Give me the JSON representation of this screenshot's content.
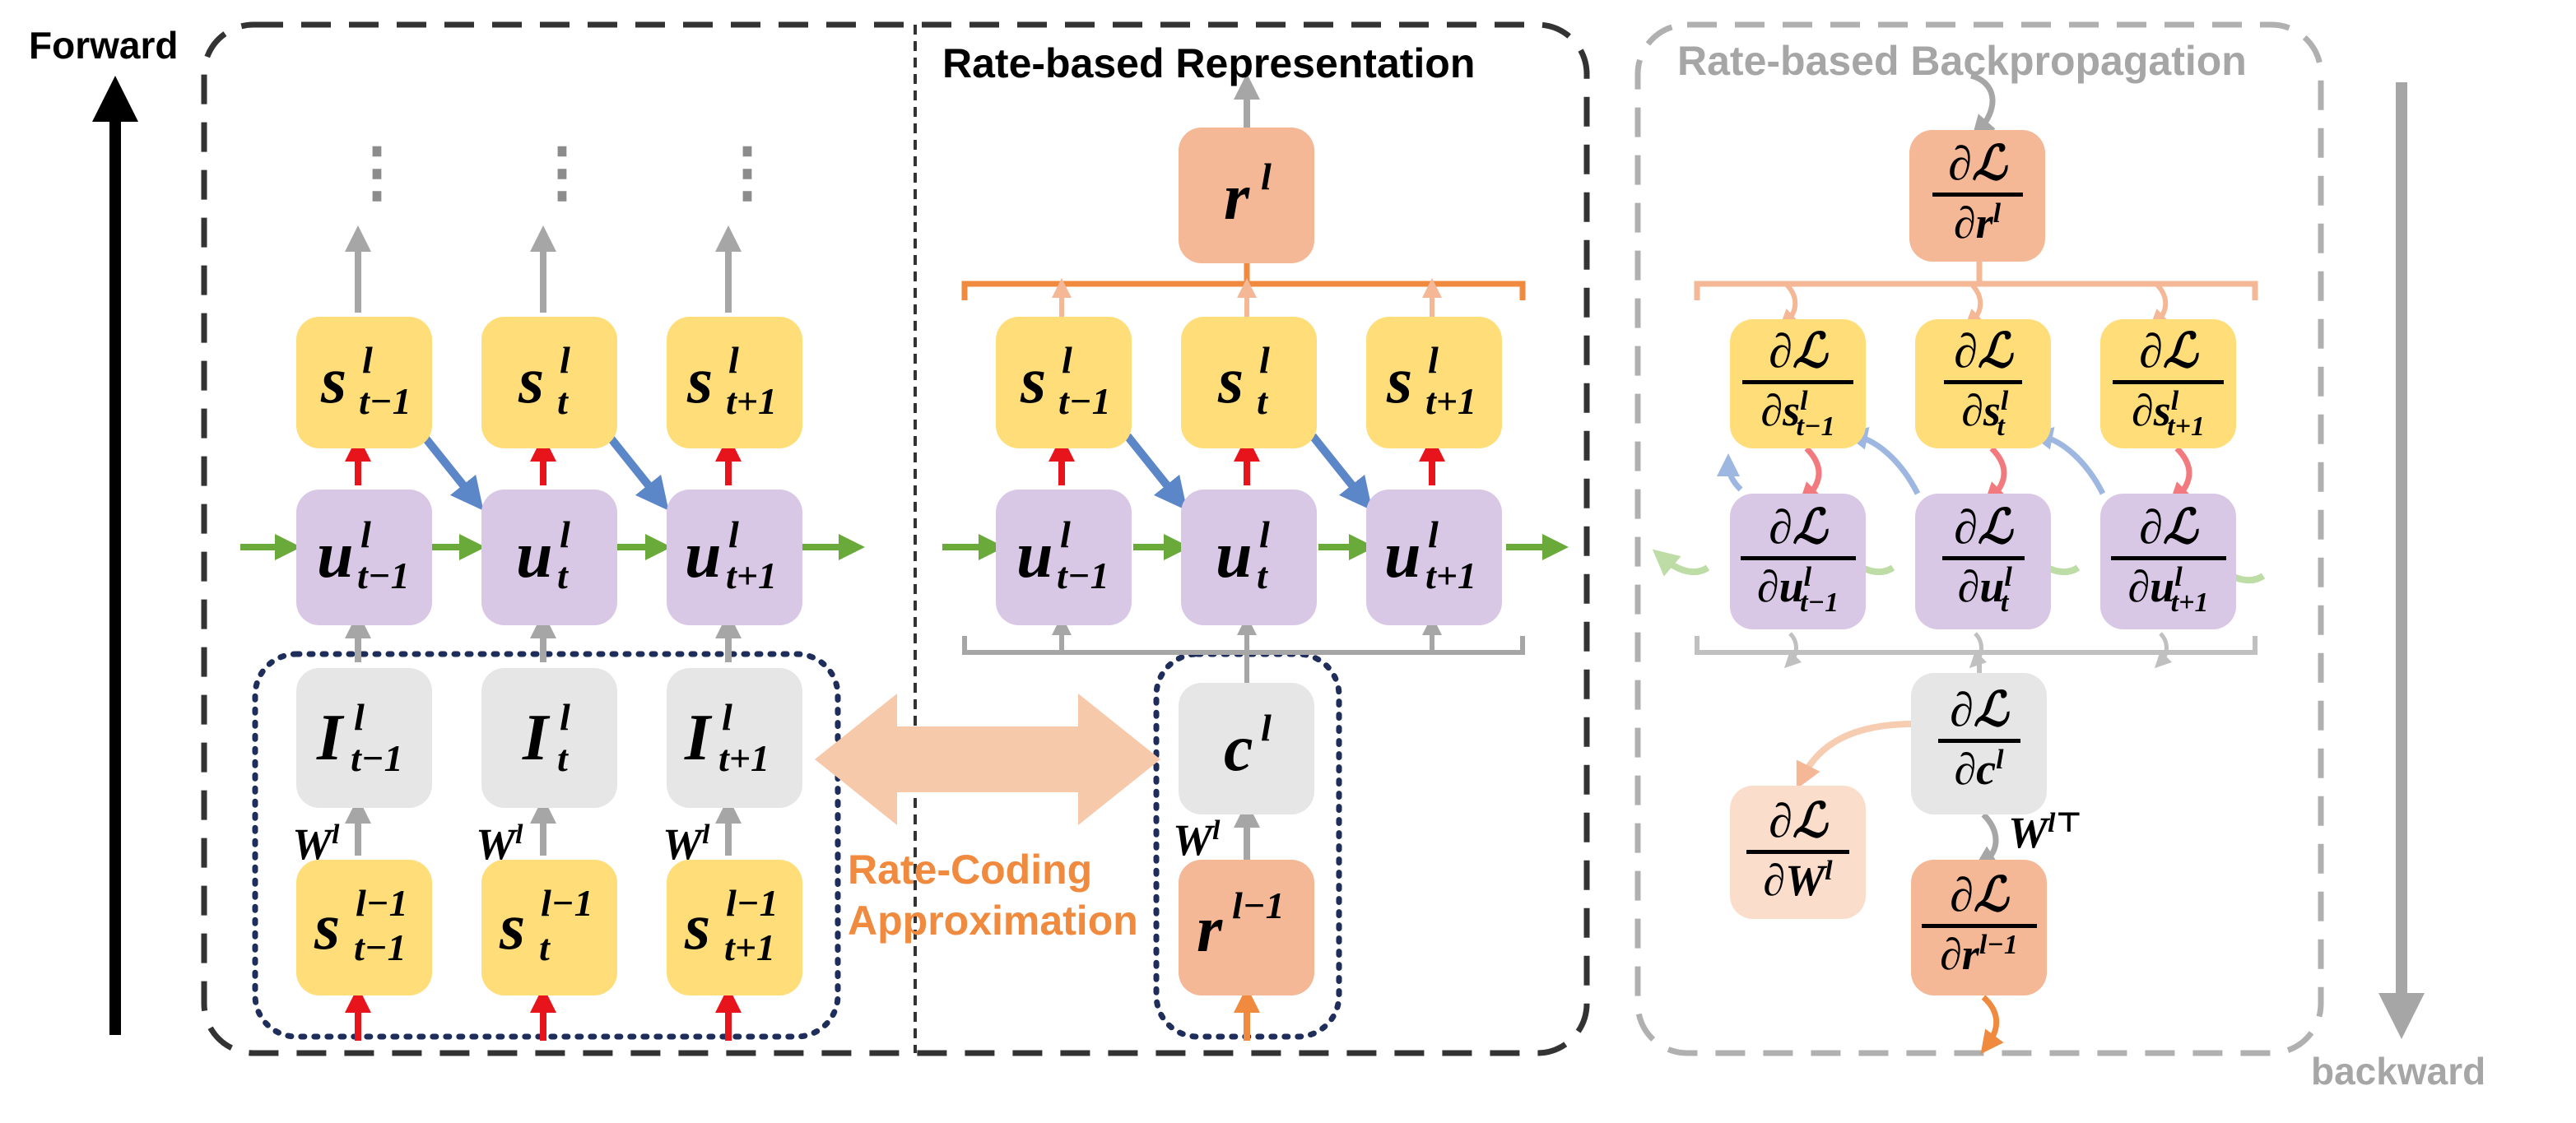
{
  "labels": {
    "forward": "Forward",
    "backward": "backward",
    "rate_based_representation": "Rate-based Representation",
    "rate_based_backpropagation": "Rate-based Backpropagation",
    "rate_coding_approx_line1": "Rate-Coding",
    "rate_coding_approx_line2": "Approximation"
  },
  "symbols": {
    "s": "s",
    "u": "u",
    "I": "I",
    "c": "c",
    "r": "r",
    "W": "W",
    "loss": "∂ℒ",
    "partial": "∂",
    "sup_l": "l",
    "sup_lm1": "l−1",
    "sup_lT": "l⊤",
    "sub_tm1": "t−1",
    "sub_t": "t",
    "sub_tp1": "t+1",
    "dots": "⋮"
  },
  "colors": {
    "spike_yellow": "#FFDE7A",
    "membrane_purple": "#D9C7E6",
    "current_gray": "#E6E6E6",
    "rate_orange": "#F4B896",
    "grad_pale_orange": "#FBDDCB",
    "arrow_red": "#E8141B",
    "arrow_blue": "#5B86C8",
    "arrow_green": "#6AAA3A",
    "arrow_orange": "#F08A3E",
    "arrow_gray": "#A6A6A6",
    "label_orange": "#F08A3E",
    "label_gray": "#A6A6A6"
  }
}
